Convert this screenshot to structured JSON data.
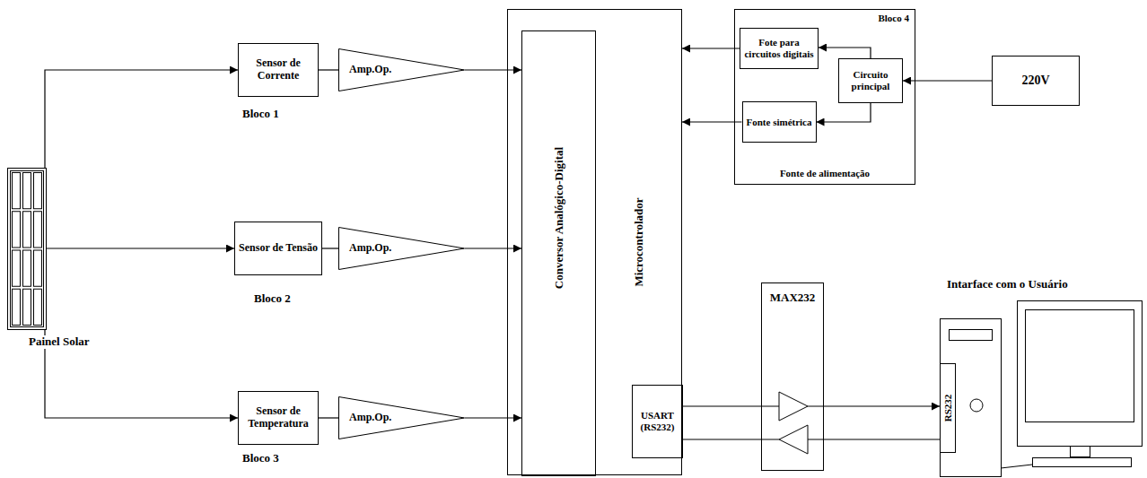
{
  "diagram": {
    "nodes": [
      {
        "text": [
          "Sensor de Corrente"
        ]
      },
      {
        "text": [
          "Amp.Op."
        ]
      },
      {
        "text": [
          "Microcontrolador"
        ]
      },
      {
        "text": [
          "Conversor Analógico-Digital"
        ],
        "in": 2
      },
      {
        "text": [
          "USART (RS232)"
        ],
        "in": 2
      },
      {
        "text": [
          "Bloco 4",
          "Fonte de alimentação"
        ]
      },
      {
        "text": [
          "Fote para circuitos digitais"
        ],
        "in": 5
      },
      {
        "text": [
          "Circuito principal"
        ],
        "in": 5
      },
      {
        "text": [
          "Fonte simétrica"
        ],
        "in": 5
      },
      {
        "text": [
          "220V"
        ]
      },
      {
        "text": [
          "Sensor de Tensão"
        ]
      },
      {
        "text": [
          "Amp.Op."
        ]
      },
      {
        "text": [
          "Painel Solar"
        ]
      },
      {
        "text": [
          "Sensor de Temperatura"
        ]
      },
      {
        "text": [
          "Amp.Op."
        ]
      },
      {
        "text": [
          "MAX232"
        ]
      },
      {
        "text": [
          "RS232"
        ]
      }
    ],
    "edges": [
      {
        "from": 12,
        "to": 0,
        "arrow": "to"
      },
      {
        "from": 12,
        "to": 10,
        "arrow": "to"
      },
      {
        "from": 12,
        "to": 13,
        "arrow": "to"
      },
      {
        "from": 0,
        "to": 1,
        "arrow": "none"
      },
      {
        "from": 10,
        "to": 11,
        "arrow": "none"
      },
      {
        "from": 13,
        "to": 14,
        "arrow": "none"
      },
      {
        "from": 1,
        "to": 3,
        "arrow": "to"
      },
      {
        "from": 11,
        "to": 3,
        "arrow": "to"
      },
      {
        "from": 14,
        "to": 3,
        "arrow": "to"
      },
      {
        "from": 7,
        "to": 6,
        "arrow": "to"
      },
      {
        "from": 7,
        "to": 8,
        "arrow": "to"
      },
      {
        "from": 9,
        "to": 7,
        "arrow": "to"
      },
      {
        "from": 6,
        "to": 2,
        "arrow": "to"
      },
      {
        "from": 8,
        "to": 2,
        "arrow": "to"
      },
      {
        "from": 4,
        "to": 15,
        "arrow": "none"
      },
      {
        "from": 15,
        "to": 16,
        "arrow": "to"
      },
      {
        "from": 16,
        "to": 15,
        "arrow": "none"
      },
      {
        "from": 15,
        "to": 4,
        "arrow": "none"
      }
    ],
    "labels": [
      "Bloco 1",
      "Bloco 2",
      "Bloco 3",
      "Intarface com o Usuário"
    ]
  }
}
